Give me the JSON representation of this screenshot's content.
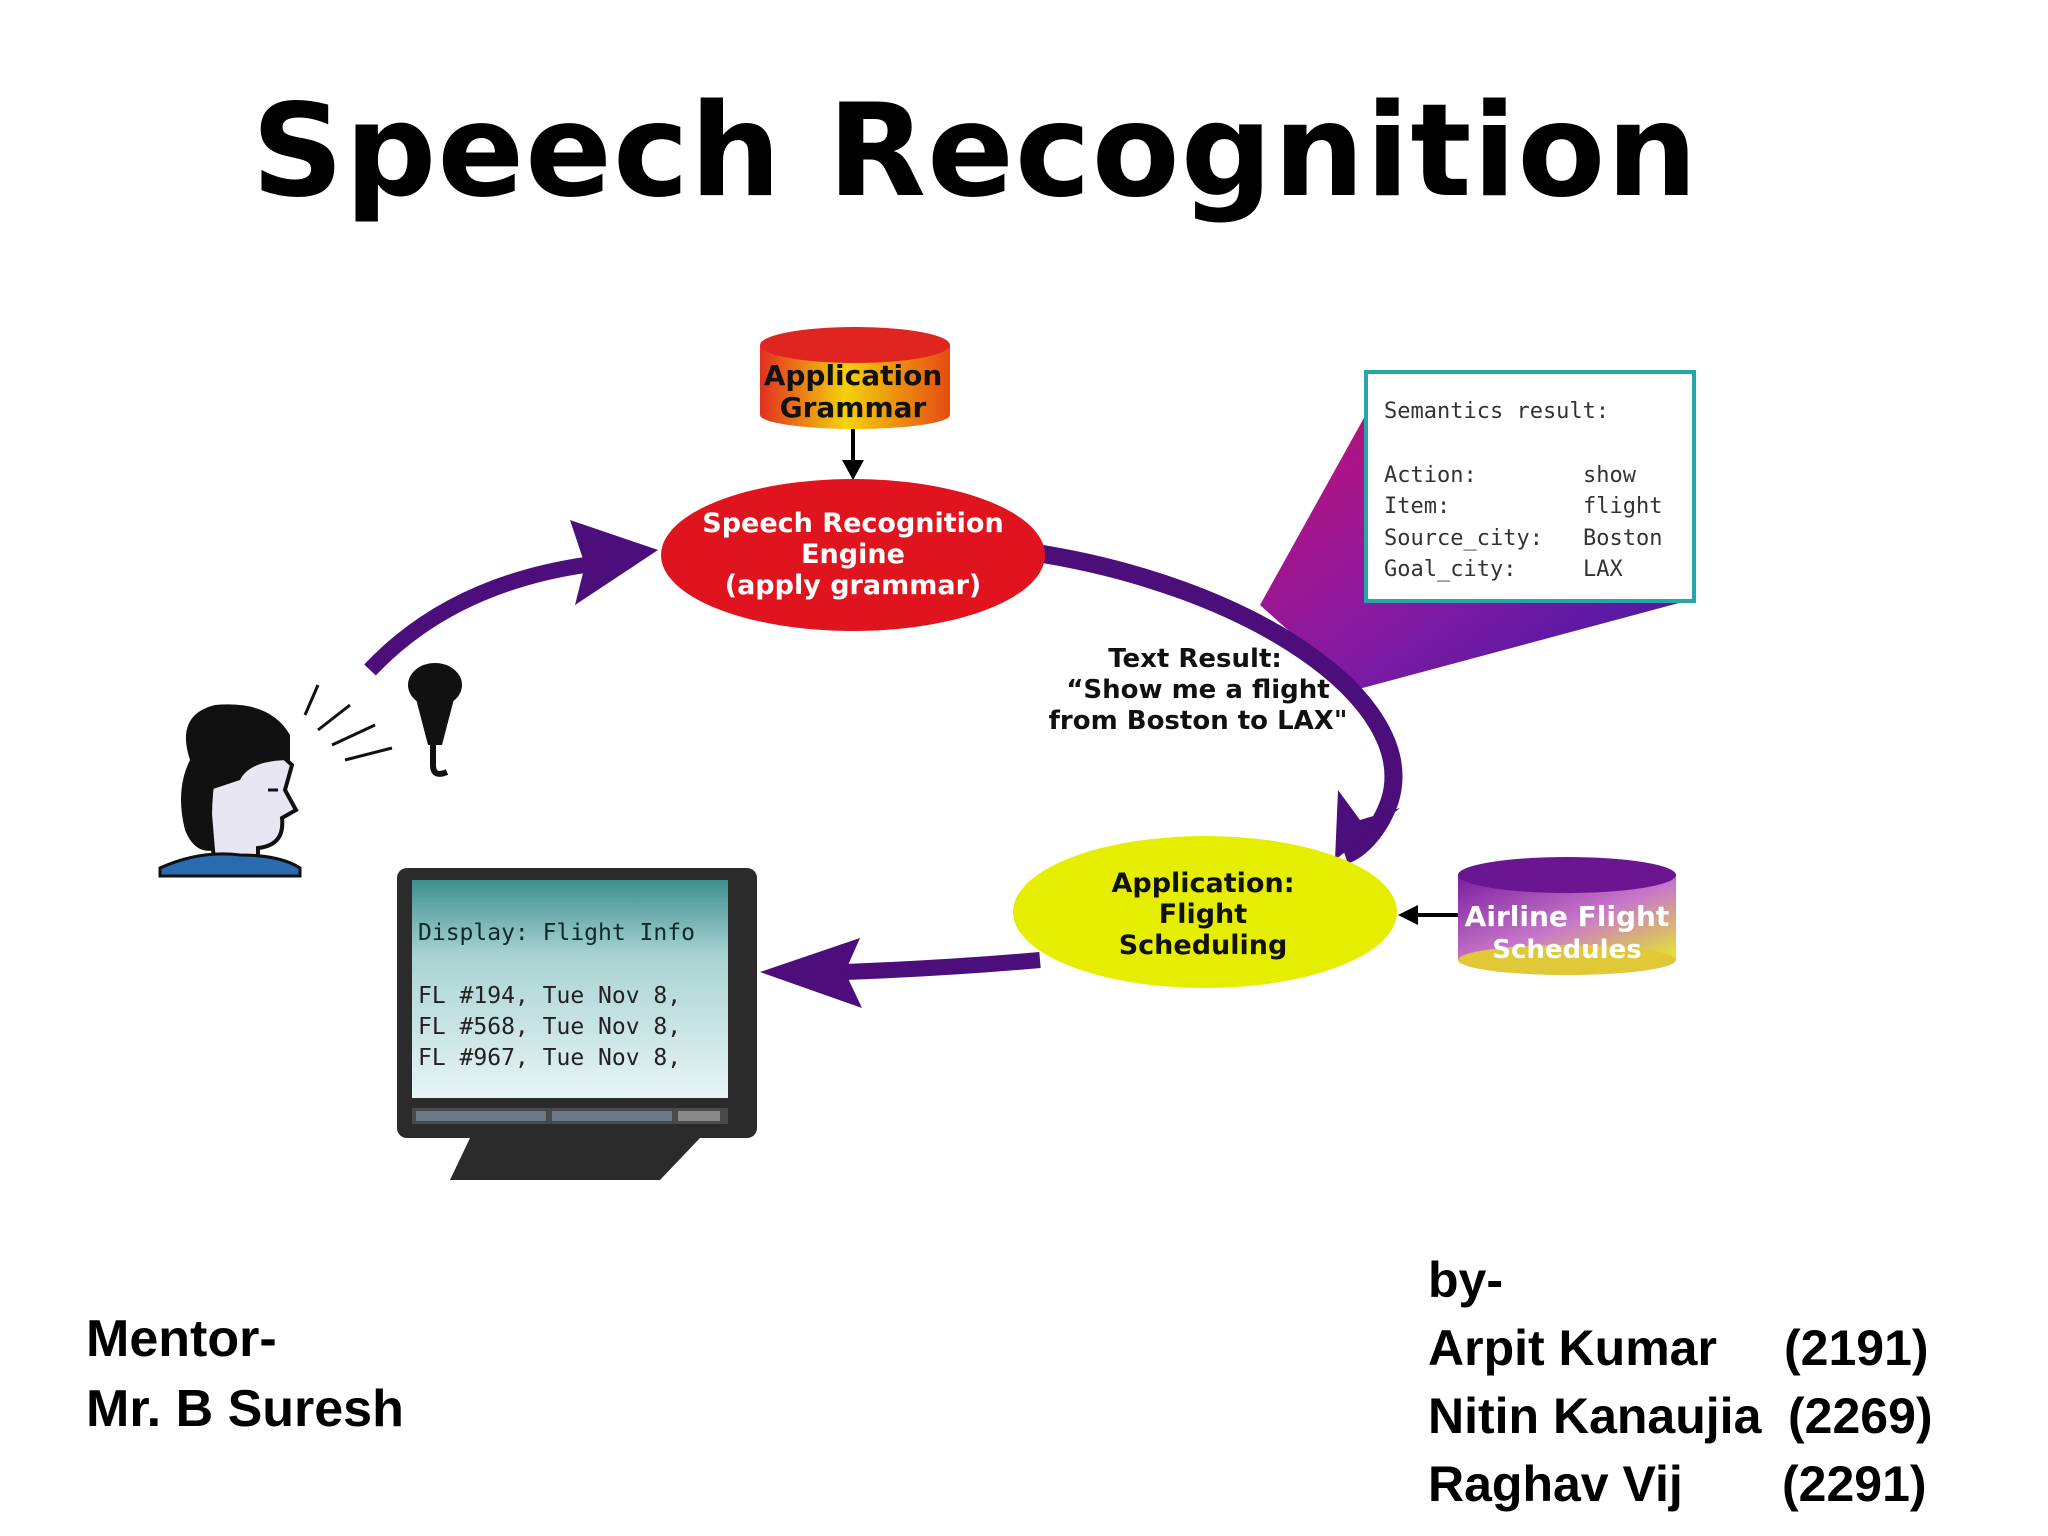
{
  "title": "Speech Recognition",
  "diagram": {
    "grammar_db": [
      "Application",
      "Grammar"
    ],
    "engine": [
      "Speech Recognition",
      "Engine",
      "(apply grammar)"
    ],
    "semantics": {
      "header": "Semantics result:",
      "rows": [
        {
          "key": "Action:",
          "value": "show"
        },
        {
          "key": "Item:",
          "value": "flight"
        },
        {
          "key": "Source_city:",
          "value": "Boston"
        },
        {
          "key": "Goal_city:",
          "value": "LAX"
        }
      ]
    },
    "text_result": [
      "Text Result:",
      "“Show me a flight",
      "from Boston to LAX\""
    ],
    "application": [
      "Application:",
      "Flight",
      "Scheduling"
    ],
    "airline_db": [
      "Airline Flight",
      "Schedules"
    ],
    "monitor": {
      "header": "Display: Flight Info",
      "lines": [
        "FL #194, Tue Nov 8,",
        "FL #568, Tue Nov 8,",
        "FL #967, Tue Nov 8,"
      ]
    },
    "colors": {
      "arrow": "#4b0e7a",
      "engine": "#e0141e",
      "application": "#e6ee00",
      "callout_border": "#26a6a6",
      "screen_top": "#3f8f8f",
      "screen_bottom": "#e8f4f4"
    }
  },
  "mentor": {
    "label": "Mentor-",
    "name": "Mr. B Suresh"
  },
  "credits": {
    "label": "by-",
    "authors": [
      {
        "name": "Arpit Kumar",
        "id": "(2191)"
      },
      {
        "name": "Nitin Kanaujia",
        "id": "(2269)"
      },
      {
        "name": "Raghav Vij",
        "id": "(2291)"
      }
    ]
  }
}
